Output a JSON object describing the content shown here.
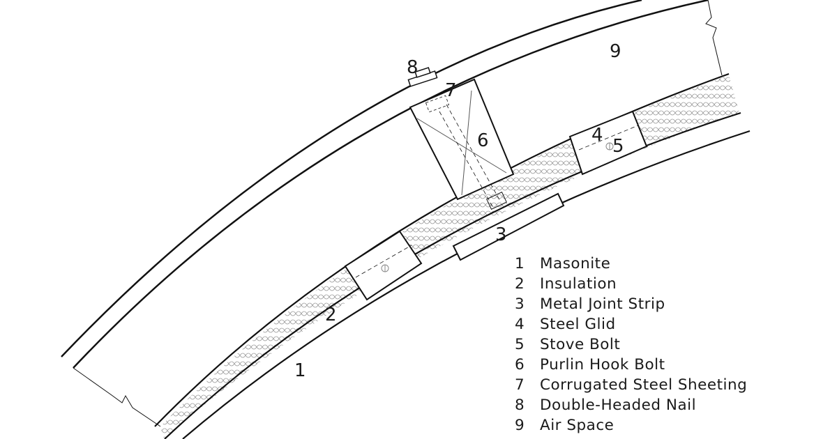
{
  "callouts": {
    "c1": "1",
    "c2": "2",
    "c3": "3",
    "c4": "4",
    "c5": "5",
    "c6": "6",
    "c7": "7",
    "c8": "8",
    "c9": "9"
  },
  "legend": [
    {
      "num": "1",
      "label": "Masonite"
    },
    {
      "num": "2",
      "label": "Insulation"
    },
    {
      "num": "3",
      "label": "Metal Joint Strip"
    },
    {
      "num": "4",
      "label": "Steel Glid"
    },
    {
      "num": "5",
      "label": "Stove Bolt"
    },
    {
      "num": "6",
      "label": "Purlin Hook Bolt"
    },
    {
      "num": "7",
      "label": "Corrugated Steel Sheeting"
    },
    {
      "num": "8",
      "label": "Double-Headed Nail"
    },
    {
      "num": "9",
      "label": "Air Space"
    }
  ]
}
